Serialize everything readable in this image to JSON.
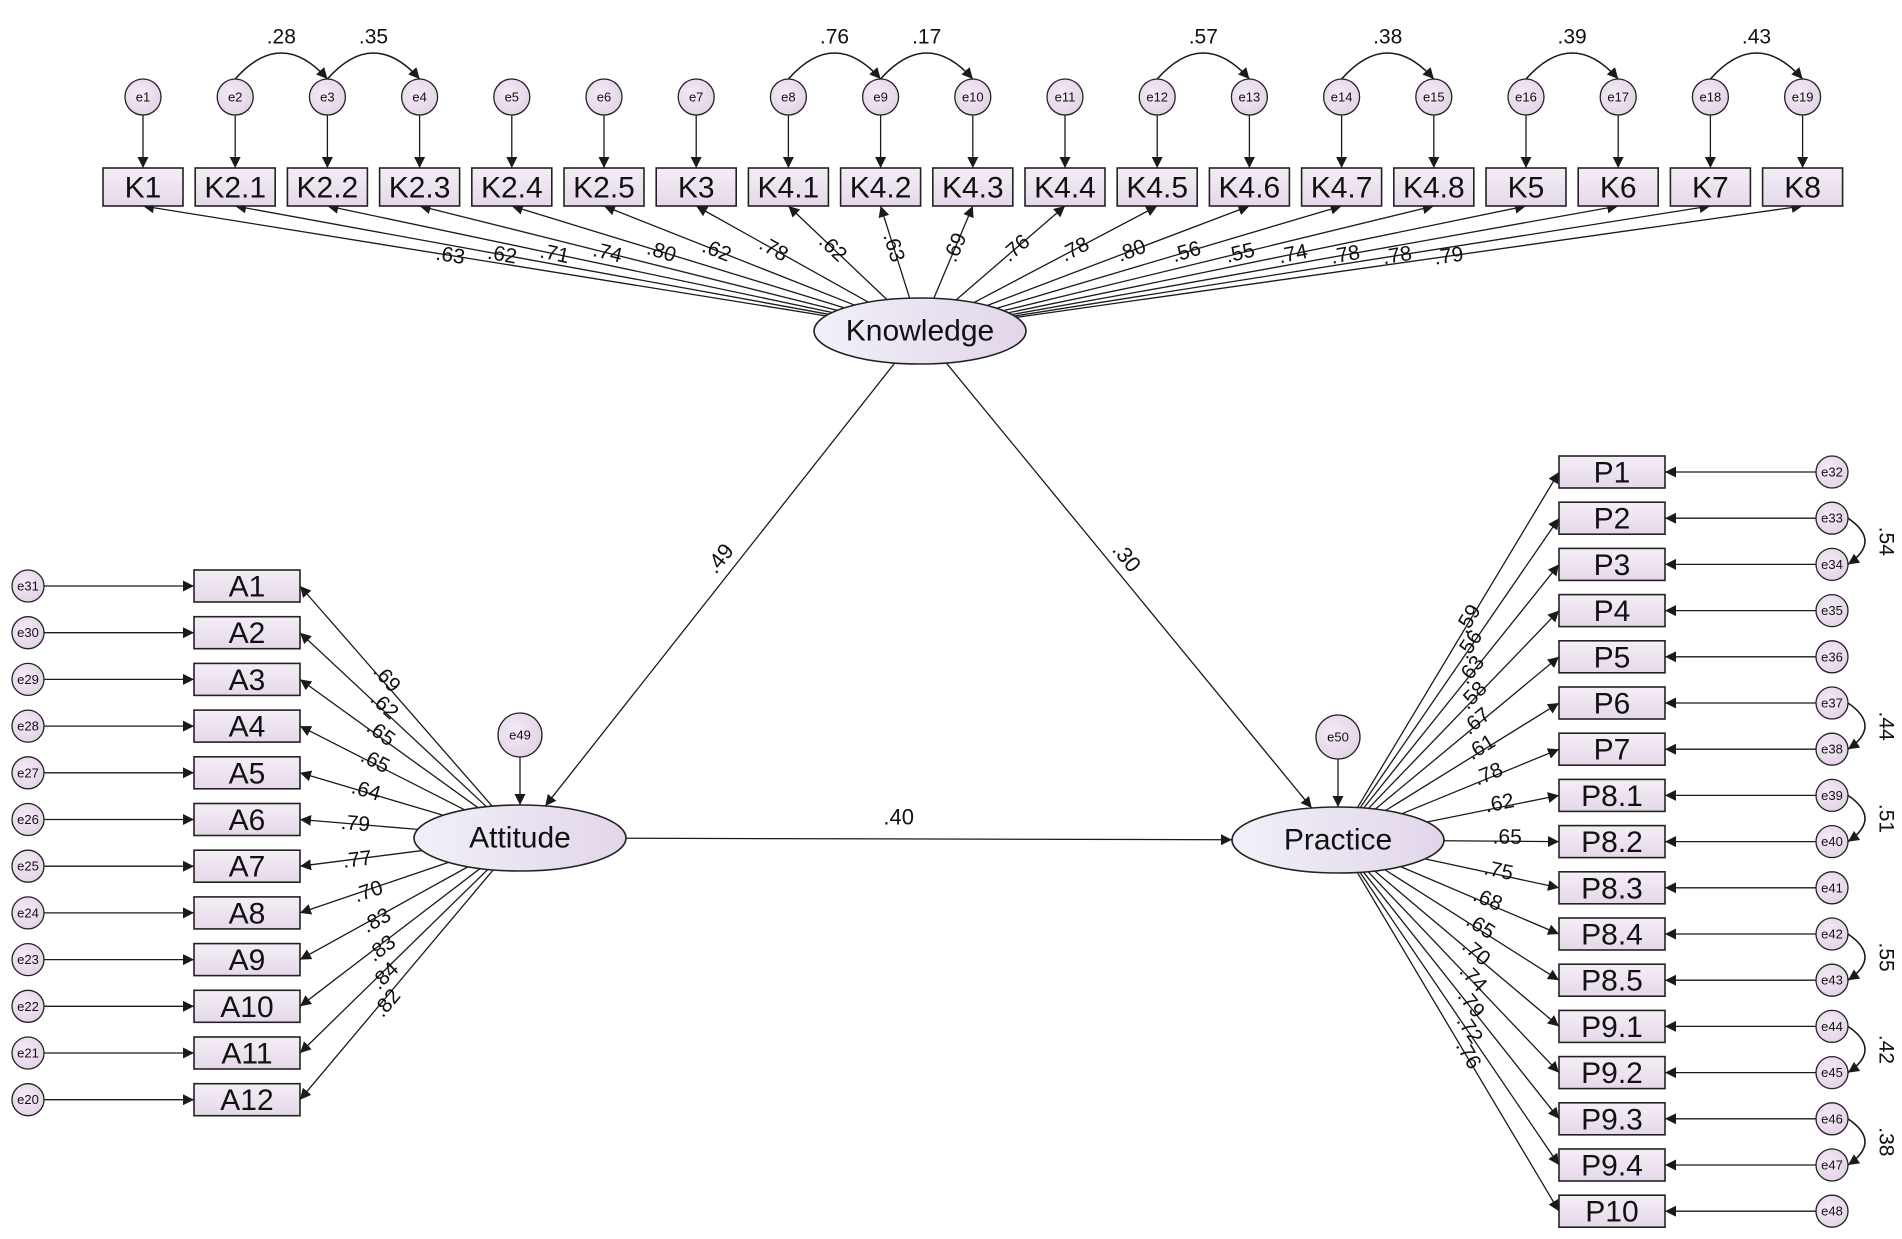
{
  "latents": {
    "knowledge": "Knowledge",
    "attitude": "Attitude",
    "practice": "Practice"
  },
  "structural": {
    "knowledge_attitude": ".49",
    "knowledge_practice": ".30",
    "attitude_practice": ".40"
  },
  "structural_errors": {
    "attitude": "e49",
    "practice": "e50"
  },
  "knowledge_items": [
    {
      "label": "K1",
      "error": "e1",
      "loading": ".63"
    },
    {
      "label": "K2.1",
      "error": "e2",
      "loading": ".62"
    },
    {
      "label": "K2.2",
      "error": "e3",
      "loading": ".71"
    },
    {
      "label": "K2.3",
      "error": "e4",
      "loading": ".74"
    },
    {
      "label": "K2.4",
      "error": "e5",
      "loading": ".80"
    },
    {
      "label": "K2.5",
      "error": "e6",
      "loading": ".62"
    },
    {
      "label": "K3",
      "error": "e7",
      "loading": ".78"
    },
    {
      "label": "K4.1",
      "error": "e8",
      "loading": ".62"
    },
    {
      "label": "K4.2",
      "error": "e9",
      "loading": ".63"
    },
    {
      "label": "K4.3",
      "error": "e10",
      "loading": ".69"
    },
    {
      "label": "K4.4",
      "error": "e11",
      "loading": ".76"
    },
    {
      "label": "K4.5",
      "error": "e12",
      "loading": ".78"
    },
    {
      "label": "K4.6",
      "error": "e13",
      "loading": ".80"
    },
    {
      "label": "K4.7",
      "error": "e14",
      "loading": ".56"
    },
    {
      "label": "K4.8",
      "error": "e15",
      "loading": ".55"
    },
    {
      "label": "K5",
      "error": "e16",
      "loading": ".74"
    },
    {
      "label": "K6",
      "error": "e17",
      "loading": ".78"
    },
    {
      "label": "K7",
      "error": "e18",
      "loading": ".78"
    },
    {
      "label": "K8",
      "error": "e19",
      "loading": ".79"
    }
  ],
  "knowledge_covariances": [
    {
      "from": 1,
      "to": 2,
      "value": ".28"
    },
    {
      "from": 2,
      "to": 3,
      "value": ".35"
    },
    {
      "from": 7,
      "to": 8,
      "value": ".76"
    },
    {
      "from": 8,
      "to": 9,
      "value": ".17"
    },
    {
      "from": 11,
      "to": 12,
      "value": ".57"
    },
    {
      "from": 13,
      "to": 14,
      "value": ".38"
    },
    {
      "from": 15,
      "to": 16,
      "value": ".39"
    },
    {
      "from": 17,
      "to": 18,
      "value": ".43"
    }
  ],
  "attitude_items": [
    {
      "label": "A1",
      "error": "e31",
      "loading": ".69"
    },
    {
      "label": "A2",
      "error": "e30",
      "loading": ".62"
    },
    {
      "label": "A3",
      "error": "e29",
      "loading": ".65"
    },
    {
      "label": "A4",
      "error": "e28",
      "loading": ".65"
    },
    {
      "label": "A5",
      "error": "e27",
      "loading": ".64"
    },
    {
      "label": "A6",
      "error": "e26",
      "loading": ".79"
    },
    {
      "label": "A7",
      "error": "e25",
      "loading": ".77"
    },
    {
      "label": "A8",
      "error": "e24",
      "loading": ".70"
    },
    {
      "label": "A9",
      "error": "e23",
      "loading": ".83"
    },
    {
      "label": "A10",
      "error": "e22",
      "loading": ".83"
    },
    {
      "label": "A11",
      "error": "e21",
      "loading": ".84"
    },
    {
      "label": "A12",
      "error": "e20",
      "loading": ".82"
    }
  ],
  "practice_items": [
    {
      "label": "P1",
      "error": "e32",
      "loading": ".59"
    },
    {
      "label": "P2",
      "error": "e33",
      "loading": ".56"
    },
    {
      "label": "P3",
      "error": "e34",
      "loading": ".63"
    },
    {
      "label": "P4",
      "error": "e35",
      "loading": ".58"
    },
    {
      "label": "P5",
      "error": "e36",
      "loading": ".67"
    },
    {
      "label": "P6",
      "error": "e37",
      "loading": ".61"
    },
    {
      "label": "P7",
      "error": "e38",
      "loading": ".78"
    },
    {
      "label": "P8.1",
      "error": "e39",
      "loading": ".62"
    },
    {
      "label": "P8.2",
      "error": "e40",
      "loading": ".65"
    },
    {
      "label": "P8.3",
      "error": "e41",
      "loading": ".75"
    },
    {
      "label": "P8.4",
      "error": "e42",
      "loading": ".68"
    },
    {
      "label": "P8.5",
      "error": "e43",
      "loading": ".65"
    },
    {
      "label": "P9.1",
      "error": "e44",
      "loading": ".70"
    },
    {
      "label": "P9.2",
      "error": "e45",
      "loading": ".74"
    },
    {
      "label": "P9.3",
      "error": "e46",
      "loading": ".79"
    },
    {
      "label": "P9.4",
      "error": "e47",
      "loading": ".72"
    },
    {
      "label": "P10",
      "error": "e48",
      "loading": ".76"
    }
  ],
  "practice_covariances": [
    {
      "from": 1,
      "to": 2,
      "value": ".54"
    },
    {
      "from": 5,
      "to": 6,
      "value": ".44"
    },
    {
      "from": 7,
      "to": 8,
      "value": ".51"
    },
    {
      "from": 10,
      "to": 11,
      "value": ".55"
    },
    {
      "from": 12,
      "to": 13,
      "value": ".42"
    },
    {
      "from": 14,
      "to": 15,
      "value": ".38"
    }
  ],
  "colors": {
    "box_fill_top": "#f4eef5",
    "box_fill_bottom": "#e6d8ea",
    "latent_fill_light": "#f1f0f8",
    "latent_fill_dark": "#e2d6ea",
    "error_fill": "#e9dcec",
    "stroke": "#1a1a1a"
  }
}
